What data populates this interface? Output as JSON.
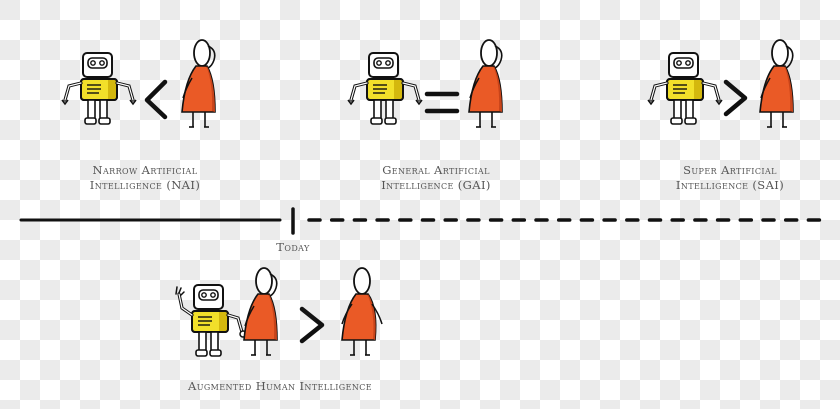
{
  "colors": {
    "robot_yellow": "#f2e02a",
    "robot_yellow_shade": "#d4b80e",
    "human_orange": "#ea5a26",
    "human_orange_shade": "#c7441a",
    "ink": "#111111",
    "label_text": "#555555"
  },
  "stages": [
    {
      "id": "nai",
      "label_line1": "Narrow Artificial",
      "label_line2": "Intelligence (NAI)",
      "comparison": "<",
      "comparison_icon": "less-than-icon"
    },
    {
      "id": "gai",
      "label_line1": "General Artificial",
      "label_line2": "Intelligence (GAI)",
      "comparison": "=",
      "comparison_icon": "equals-icon"
    },
    {
      "id": "sai",
      "label_line1": "Super Artificial",
      "label_line2": "Intelligence (SAI)",
      "comparison": ">",
      "comparison_icon": "greater-than-icon"
    }
  ],
  "timeline": {
    "marker_label": "Today",
    "past_style": "solid",
    "future_style": "dashed"
  },
  "augmented": {
    "label": "Augmented Human Intelligence",
    "comparison": ">",
    "comparison_icon": "greater-than-icon"
  }
}
